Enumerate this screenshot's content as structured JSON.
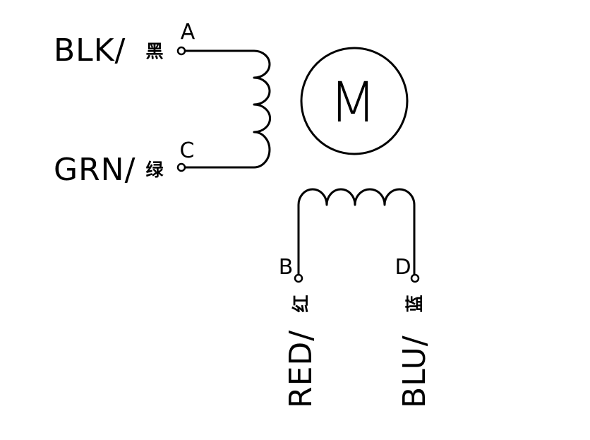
{
  "motor": {
    "symbol": "M"
  },
  "wires": {
    "a": {
      "pin": "A",
      "name": "BLK/",
      "cn": "黑"
    },
    "c": {
      "pin": "C",
      "name": "GRN/",
      "cn": "绿"
    },
    "b": {
      "pin": "B",
      "name": "RED/",
      "cn": "红"
    },
    "d": {
      "pin": "D",
      "name": "BLU/",
      "cn": "蓝"
    }
  },
  "colors": {
    "line": "#000000",
    "background": "#ffffff"
  }
}
